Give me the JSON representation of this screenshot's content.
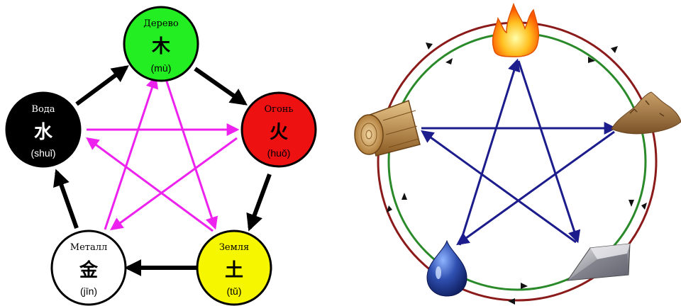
{
  "colors": {
    "generating_arrow": "#000000",
    "controlling_arrow": "#ee22ee",
    "outer_ring": "#8b1a1a",
    "inner_ring": "#2a8a2a",
    "star": "#1c1c8c"
  },
  "left_diagram": {
    "elements": [
      {
        "key": "wood",
        "russian": "Дерево",
        "glyph": "木",
        "pinyin": "(mù)",
        "fill": "#22ee22",
        "text_color": "#000000"
      },
      {
        "key": "fire",
        "russian": "Огонь",
        "glyph": "火",
        "pinyin": "(huǒ)",
        "fill": "#ee1111",
        "text_color": "#000000"
      },
      {
        "key": "earth",
        "russian": "Земля",
        "glyph": "土",
        "pinyin": "(tǔ)",
        "fill": "#f6f600",
        "text_color": "#000000"
      },
      {
        "key": "metal",
        "russian": "Металл",
        "glyph": "金",
        "pinyin": "(jīn)",
        "fill": "#ffffff",
        "text_color": "#000000"
      },
      {
        "key": "water",
        "russian": "Вода",
        "glyph": "水",
        "pinyin": "(shuǐ)",
        "fill": "#000000",
        "text_color": "#ffffff"
      }
    ]
  },
  "right_diagram": {
    "icons": [
      {
        "key": "fire",
        "icon": "flame-icon"
      },
      {
        "key": "earth",
        "icon": "soil-pile-icon"
      },
      {
        "key": "metal",
        "icon": "metal-ingot-icon"
      },
      {
        "key": "water",
        "icon": "water-drop-icon"
      },
      {
        "key": "wood",
        "icon": "wood-log-icon"
      }
    ]
  }
}
